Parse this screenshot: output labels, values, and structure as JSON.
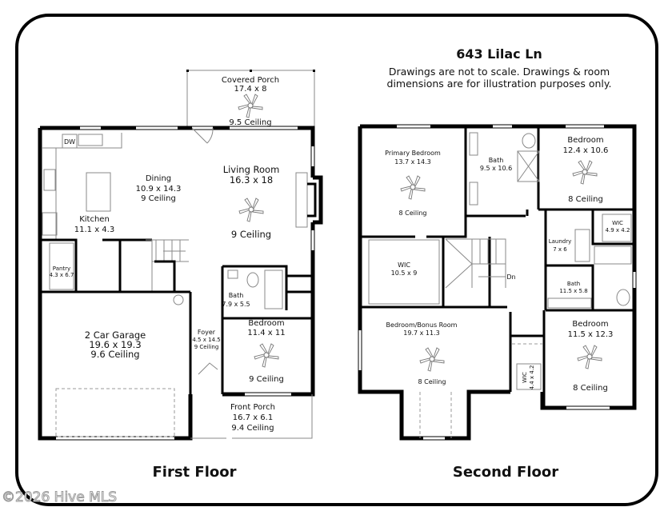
{
  "header": {
    "address": "643 Lilac Ln",
    "note_line1": "Drawings are not to scale. Drawings & room",
    "note_line2": "dimensions are for illustration purposes only."
  },
  "first_floor": {
    "label": "First Floor",
    "appliance_dw": "DW",
    "rooms": {
      "covered_porch": {
        "name": "Covered Porch",
        "size": "17.4 x 8",
        "ceiling": "9.5 Ceiling"
      },
      "dining": {
        "name": "Dining",
        "size": "10.9 x 14.3",
        "ceiling": "9 Ceiling"
      },
      "living": {
        "name": "Living Room",
        "size": "16.3 x 18",
        "ceiling": "9 Ceiling"
      },
      "kitchen": {
        "name": "Kitchen",
        "size": "11.1 x 4.3"
      },
      "pantry": {
        "name": "Pantry",
        "size": "4.3 x 6.7"
      },
      "bath": {
        "name": "Bath",
        "size": "7.9 x 5.5"
      },
      "bedroom": {
        "name": "Bedroom",
        "size": "11.4 x 11",
        "ceiling": "9 Ceiling"
      },
      "foyer": {
        "name": "Foyer",
        "size": "4.5 x 14.5",
        "ceiling": "9 Ceiling"
      },
      "garage": {
        "name": "2 Car Garage",
        "size": "19.6 x 19.3",
        "ceiling": "9.6 Ceiling"
      },
      "front_porch": {
        "name": "Front Porch",
        "size": "16.7 x 6.1",
        "ceiling": "9.4 Ceiling"
      }
    }
  },
  "second_floor": {
    "label": "Second Floor",
    "stairs_label": "Dn",
    "rooms": {
      "primary_bedroom": {
        "name": "Primary Bedroom",
        "size": "13.7 x 14.3",
        "ceiling": "8 Ceiling"
      },
      "primary_bath": {
        "name": "Bath",
        "size": "9.5 x 10.6"
      },
      "bedroom_ne": {
        "name": "Bedroom",
        "size": "12.4 x 10.6",
        "ceiling": "8 Ceiling"
      },
      "wic_ne": {
        "name": "WIC",
        "size": "4.9 x 4.2"
      },
      "laundry": {
        "name": "Laundry",
        "size": "7 x 6"
      },
      "wic_primary": {
        "name": "WIC",
        "size": "10.5 x 9"
      },
      "hall_bath": {
        "name": "Bath",
        "size": "11.5 x 5.8"
      },
      "bonus": {
        "name": "Bedroom/Bonus Room",
        "size": "19.7 x 11.3",
        "ceiling": "8 Ceiling"
      },
      "bedroom_se": {
        "name": "Bedroom",
        "size": "11.5 x 12.3",
        "ceiling": "8 Ceiling"
      },
      "wic_se": {
        "name": "WIC",
        "size": "4.4 x 4.2"
      }
    }
  },
  "watermark": "©2026 Hive MLS"
}
